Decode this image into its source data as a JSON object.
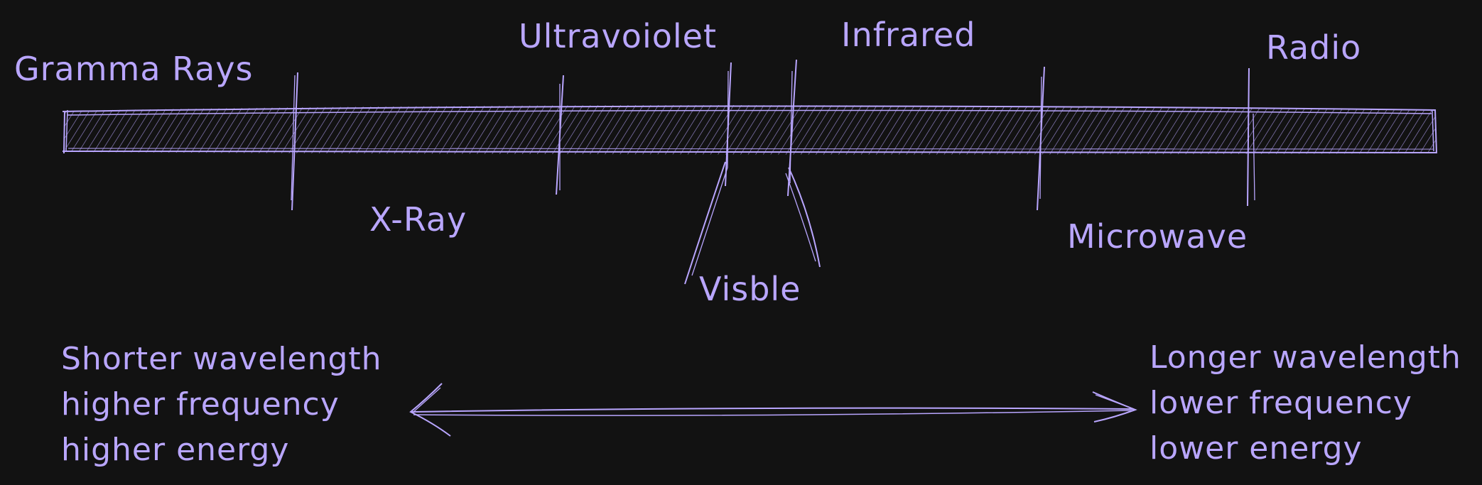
{
  "accent_color": "#b9a6ff",
  "background_color": "#121212",
  "spectrum": {
    "bands_above": {
      "gamma": "Gramma Rays",
      "ultraviolet": "Ultravoiolet",
      "infrared": "Infrared",
      "radio": "Radio"
    },
    "bands_below": {
      "xray": "X-Ray",
      "visible": "Visble",
      "microwave": "Microwave"
    }
  },
  "scale": {
    "left": {
      "line1": "Shorter wavelength",
      "line2": "higher frequency",
      "line3": "higher energy"
    },
    "right": {
      "line1": "Longer wavelength",
      "line2": "lower frequency",
      "line3": "lower energy"
    }
  }
}
